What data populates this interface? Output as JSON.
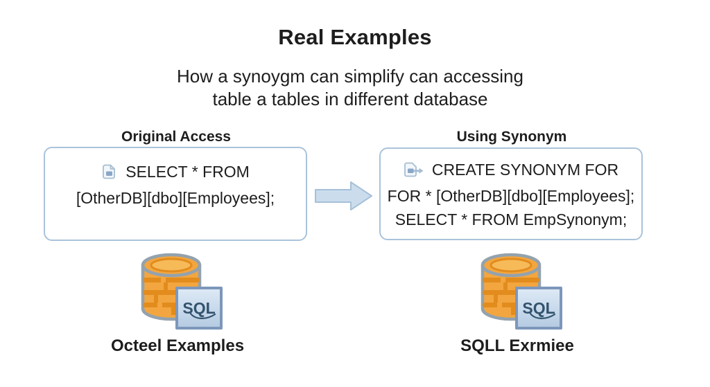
{
  "title": "Real Examples",
  "subtitle": [
    "How a synoygm can simplify can accessing",
    "table a tables in different database"
  ],
  "left_panel": {
    "header": "Original Access",
    "code_lines": [
      "SELECT * FROM",
      "[OtherDB][dbo][Employees];"
    ],
    "sql_badge_label": "SQL",
    "caption": "Octeel Examples"
  },
  "right_panel": {
    "header": "Using Synonym",
    "code_lines": [
      "CREATE SYNONYM FOR",
      "FOR * [OtherDB][dbo][Employees];",
      "SELECT * FROM EmpSynonym;"
    ],
    "sql_badge_label": "SQL",
    "caption": "SQLL Exrmiee"
  },
  "icons": {
    "left_code_icon": "document-icon",
    "right_code_icon": "document-arrow-icon",
    "flow_arrow": "arrow-right-icon",
    "database": "database-icon",
    "sql_badge": "sql-server-badge"
  },
  "colors": {
    "text": "#1d1d1d",
    "box_border": "#a9c3da",
    "box_bg": "#ffffff",
    "arrow_fill": "#cbdded",
    "arrow_stroke": "#a5c0d8",
    "db_orange": "#f3a63f",
    "db_orange_light": "#f6ba59",
    "db_stripe": "#e28c1e",
    "db_outline": "#93a2ae",
    "sql_badge_border": "#7d97ba",
    "sql_badge_bg": "#c7d9ec",
    "sql_badge_text": "#33536d",
    "doc_icon_stroke": "#a7bdd1",
    "doc_icon_accent": "#8ba6c6"
  }
}
